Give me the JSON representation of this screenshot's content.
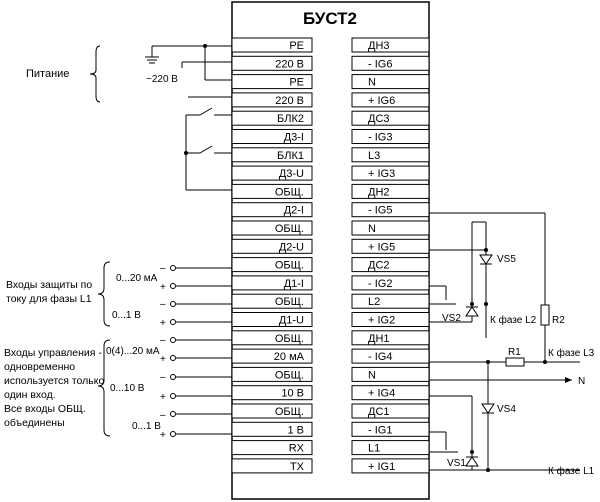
{
  "title": "БУСТ2",
  "left_terminals": [
    "PE",
    "220 В",
    "PE",
    "220 В",
    "БЛК2",
    "Д3-I",
    "БЛК1",
    "Д3-U",
    "ОБЩ.",
    "Д2-I",
    "ОБЩ.",
    "Д2-U",
    "ОБЩ.",
    "Д1-I",
    "ОБЩ.",
    "Д1-U",
    "ОБЩ.",
    "20 мА",
    "ОБЩ.",
    "10 В",
    "ОБЩ.",
    "1 В",
    "RX",
    "TX"
  ],
  "right_terminals": [
    "ДН3",
    "- IG6",
    "N",
    "+ IG6",
    "ДС3",
    "- IG3",
    "L3",
    "+ IG3",
    "ДН2",
    "- IG5",
    "N",
    "+ IG5",
    "ДС2",
    "- IG2",
    "L2",
    "+ IG2",
    "ДН1",
    "- IG4",
    "N",
    "+ IG4",
    "ДС1",
    "- IG1",
    "L1",
    "+ IG1"
  ],
  "labels": {
    "power": "Питание",
    "power_voltage": "~220 В",
    "protection_1": "Входы защиты по",
    "protection_2": "току для фазы L1",
    "control_1": "Входы управления -",
    "control_2": "одновременно",
    "control_3": "используется только",
    "control_4": "один вход.",
    "control_5": "Все входы ОБЩ.",
    "control_6": "объединены",
    "range_020": "0...20 мА",
    "range_01a": "0...1 В",
    "range_0420": "0(4)...20 мА",
    "range_010": "0...10 В",
    "range_01b": "0...1 В",
    "minus": "–",
    "plus": "+",
    "vs5": "VS5",
    "vs2": "VS2",
    "vs4": "VS4",
    "vs1": "VS1",
    "r1": "R1",
    "r2": "R2",
    "phase_l2": "К фазе L2",
    "phase_l3": "К фазе L3",
    "phase_l1": "К фазе L1",
    "n_out": "N"
  }
}
